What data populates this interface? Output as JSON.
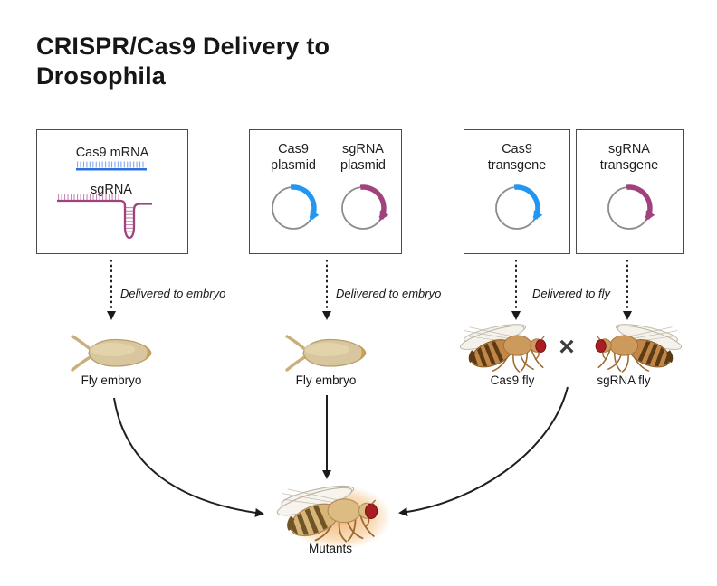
{
  "title": {
    "line1": "CRISPR/Cas9 Delivery to",
    "line2": "Drosophila"
  },
  "boxes": {
    "rna": {
      "label_mrna": "Cas9 mRNA",
      "label_sgrna": "sgRNA"
    },
    "plasmid": {
      "label_cas9": "Cas9 plasmid",
      "label_sgrna": "sgRNA plasmid"
    },
    "cas9_transgene": {
      "label": "Cas9 transgene"
    },
    "sgrna_transgene": {
      "label": "sgRNA transgene"
    }
  },
  "delivery": {
    "embryo1": "Delivered to embryo",
    "embryo2": "Delivered to embryo",
    "fly": "Delivered to fly"
  },
  "organisms": {
    "embryo1": "Fly embryo",
    "embryo2": "Fly embryo",
    "cas9_fly": "Cas9 fly",
    "sgrna_fly": "sgRNA fly",
    "cross": "×",
    "result": "Mutants"
  },
  "colors": {
    "cas9_blue": "#2196f3",
    "mrna_line": "#2e6fe0",
    "mrna_ticks": "#82abe8",
    "sgrna_magenta": "#a0437c",
    "sgrna_light": "#c88ab2",
    "plasmid_ring": "#8c8c8c",
    "arrow_black": "#1a1a1a",
    "box_border": "#4b4b4b"
  }
}
